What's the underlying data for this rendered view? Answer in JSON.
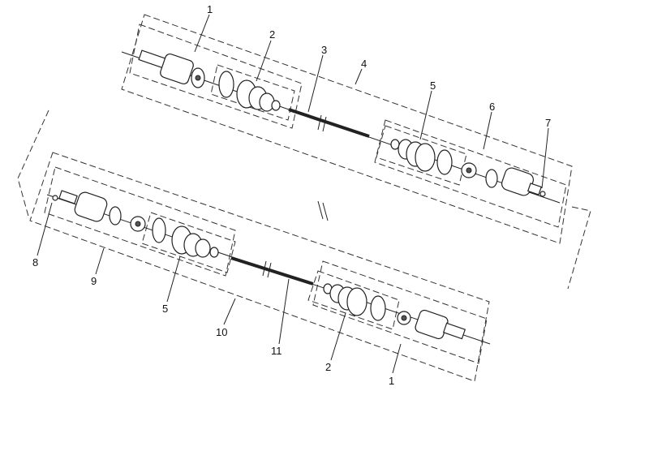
{
  "diagram": {
    "callouts": {
      "c1_top": "1",
      "c2_top": "2",
      "c3": "3",
      "c4": "4",
      "c5_right": "5",
      "c6": "6",
      "c7": "7",
      "c8": "8",
      "c9": "9",
      "c5_left": "5",
      "c10": "10",
      "c11": "11",
      "c2_bottom": "2",
      "c1_bottom": "1"
    }
  }
}
